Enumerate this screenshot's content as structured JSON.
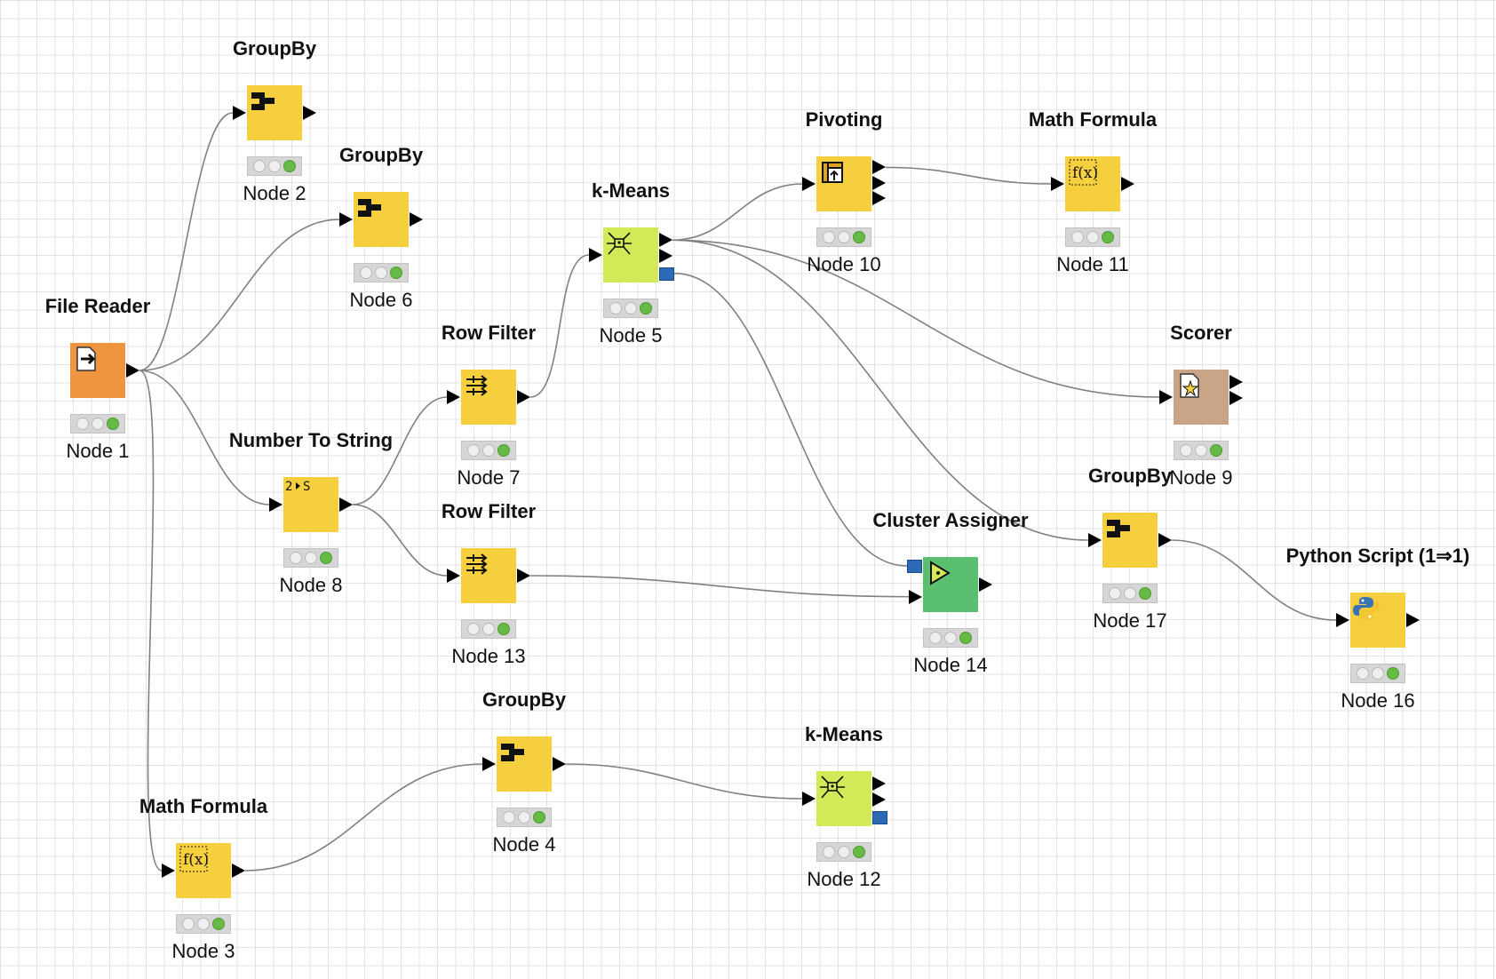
{
  "workflow": {
    "nodes": [
      {
        "id": "n1",
        "title": "File Reader",
        "label": "Node 1",
        "type": "file-reader",
        "color": "#f0953f",
        "ins": 0,
        "outs": 1
      },
      {
        "id": "n2",
        "title": "GroupBy",
        "label": "Node 2",
        "type": "groupby",
        "color": "#f6cf3f",
        "ins": 1,
        "outs": 1
      },
      {
        "id": "n6",
        "title": "GroupBy",
        "label": "Node 6",
        "type": "groupby",
        "color": "#f6cf3f",
        "ins": 1,
        "outs": 1
      },
      {
        "id": "n8",
        "title": "Number To String",
        "label": "Node 8",
        "type": "number-to-string",
        "color": "#f6cf3f",
        "ins": 1,
        "outs": 1
      },
      {
        "id": "n7",
        "title": "Row Filter",
        "label": "Node 7",
        "type": "row-filter",
        "color": "#f6cf3f",
        "ins": 1,
        "outs": 1
      },
      {
        "id": "n13",
        "title": "Row Filter",
        "label": "Node 13",
        "type": "row-filter",
        "color": "#f6cf3f",
        "ins": 1,
        "outs": 1
      },
      {
        "id": "n5",
        "title": "k-Means",
        "label": "Node 5",
        "type": "kmeans",
        "color": "#d4e957",
        "ins": 1,
        "outs": 2,
        "model_out": true
      },
      {
        "id": "n10",
        "title": "Pivoting",
        "label": "Node 10",
        "type": "pivoting",
        "color": "#f6cf3f",
        "ins": 1,
        "outs": 3
      },
      {
        "id": "n11",
        "title": "Math Formula",
        "label": "Node 11",
        "type": "math-formula",
        "color": "#f6cf3f",
        "ins": 1,
        "outs": 1
      },
      {
        "id": "n9",
        "title": "Scorer",
        "label": "Node 9",
        "type": "scorer",
        "color": "#c9a486",
        "ins": 1,
        "outs": 2
      },
      {
        "id": "n17",
        "title": "GroupBy",
        "label": "Node 17",
        "type": "groupby",
        "color": "#f6cf3f",
        "ins": 1,
        "outs": 1
      },
      {
        "id": "n14",
        "title": "Cluster Assigner",
        "label": "Node 14",
        "type": "cluster-assigner",
        "color": "#5bbf70",
        "ins": 1,
        "outs": 1,
        "model_in": true
      },
      {
        "id": "n16",
        "title": "Python Script (1⇒1)",
        "label": "Node 16",
        "type": "python-script",
        "color": "#f6cf3f",
        "ins": 1,
        "outs": 1
      },
      {
        "id": "n3",
        "title": "Math Formula",
        "label": "Node 3",
        "type": "math-formula",
        "color": "#f6cf3f",
        "ins": 1,
        "outs": 1
      },
      {
        "id": "n4",
        "title": "GroupBy",
        "label": "Node 4",
        "type": "groupby",
        "color": "#f6cf3f",
        "ins": 1,
        "outs": 1
      },
      {
        "id": "n12",
        "title": "k-Means",
        "label": "Node 12",
        "type": "kmeans",
        "color": "#d4e957",
        "ins": 1,
        "outs": 2,
        "model_out": true
      }
    ],
    "connections": [
      [
        "n1",
        "n2"
      ],
      [
        "n1",
        "n6"
      ],
      [
        "n1",
        "n8"
      ],
      [
        "n1",
        "n3"
      ],
      [
        "n8",
        "n7"
      ],
      [
        "n8",
        "n13"
      ],
      [
        "n7",
        "n5"
      ],
      [
        "n5",
        "n10"
      ],
      [
        "n5",
        "n9"
      ],
      [
        "n5",
        "n17"
      ],
      [
        "n5",
        "n14"
      ],
      [
        "n10",
        "n11"
      ],
      [
        "n13",
        "n14"
      ],
      [
        "n17",
        "n16"
      ],
      [
        "n3",
        "n4"
      ],
      [
        "n4",
        "n12"
      ]
    ],
    "status_colors": {
      "idle": "#efefef",
      "ready": "#66bb44"
    },
    "connection_color": "#808080",
    "model_port_color": "#2d6ab5"
  }
}
